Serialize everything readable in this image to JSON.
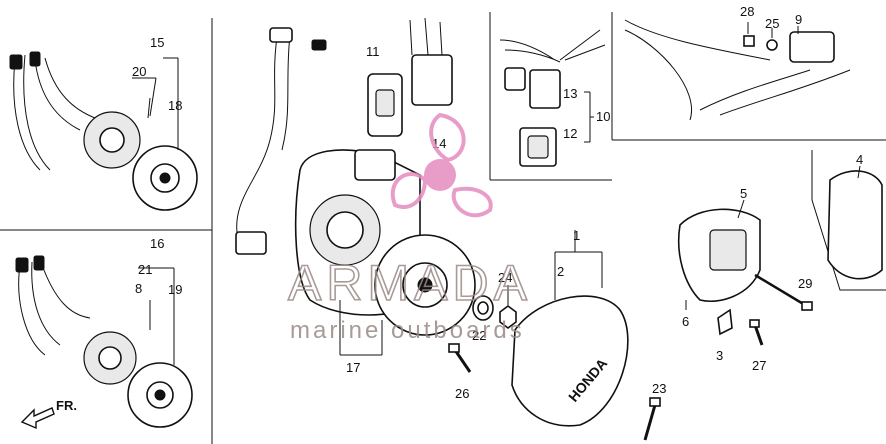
{
  "callouts": {
    "c1": "1",
    "c2": "2",
    "c3": "3",
    "c4": "4",
    "c5": "5",
    "c6": "6",
    "c8": "8",
    "c9": "9",
    "c10": "10",
    "c11": "11",
    "c12": "12",
    "c13": "13",
    "c14": "14",
    "c15": "15",
    "c16": "16",
    "c17": "17",
    "c18": "18",
    "c19": "19",
    "c20": "20",
    "c21": "21",
    "c22": "22",
    "c23": "23",
    "c24": "24",
    "c25": "25",
    "c26": "26",
    "c27": "27",
    "c28": "28",
    "c29": "29"
  },
  "direction_label": "FR.",
  "cover_logo": "HONDA",
  "watermark": {
    "brand": "ARMADA",
    "tagline": "marine outboards"
  },
  "colors": {
    "ink": "#111111",
    "watermark_pink": "#e48cc0",
    "watermark_brown": "#9a8a86"
  }
}
